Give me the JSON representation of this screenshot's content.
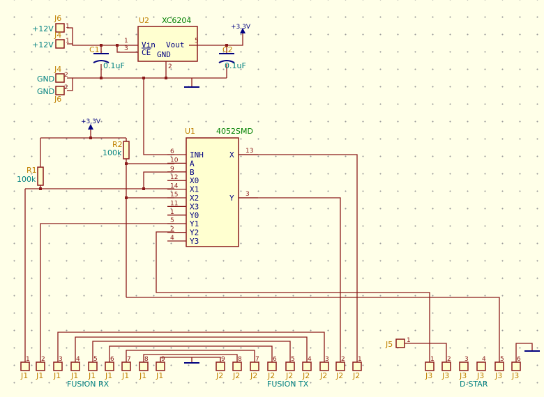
{
  "components": {
    "u2": {
      "ref": "U2",
      "value": "XC6204",
      "pin_names": [
        "Vin",
        "CE",
        "Vout",
        "GND"
      ],
      "pin_numbers": [
        "1",
        "3",
        "5",
        "2"
      ]
    },
    "u1": {
      "ref": "U1",
      "value": "4052SMD",
      "left_pins": [
        {
          "name": "INH",
          "num": "6"
        },
        {
          "name": "A",
          "num": "10"
        },
        {
          "name": "B",
          "num": "9"
        },
        {
          "name": "X0",
          "num": "12"
        },
        {
          "name": "X1",
          "num": "14"
        },
        {
          "name": "X2",
          "num": "15"
        },
        {
          "name": "X3",
          "num": "11"
        },
        {
          "name": "Y0",
          "num": "1"
        },
        {
          "name": "Y1",
          "num": "5"
        },
        {
          "name": "Y2",
          "num": "2"
        },
        {
          "name": "Y3",
          "num": "4"
        }
      ],
      "right_pins": [
        {
          "name": "X",
          "num": "13"
        },
        {
          "name": "Y",
          "num": "3"
        }
      ]
    },
    "c1": {
      "ref": "C1",
      "value": "0.1uF"
    },
    "c2": {
      "ref": "C2",
      "value": "0.1uF"
    },
    "r1": {
      "ref": "R1",
      "value": "100k"
    },
    "r2": {
      "ref": "R2",
      "value": "100k"
    }
  },
  "power": {
    "v33": "+3,3V"
  },
  "nets": {
    "p12": "+12V",
    "gnd": "GND"
  },
  "connectors": {
    "j6": "J6",
    "j4": "J4",
    "j5": "J5",
    "j5_pin": "1",
    "top_left_pins": [
      "1",
      "1",
      "2",
      "2"
    ],
    "j1": {
      "ref": "J1",
      "pins": [
        "1",
        "2",
        "3",
        "4",
        "5",
        "6",
        "7",
        "8",
        "9"
      ]
    },
    "j2": {
      "ref": "J2",
      "pins": [
        "1",
        "2",
        "3",
        "4",
        "5",
        "6",
        "7",
        "8",
        "9"
      ]
    },
    "j3": {
      "ref": "J3",
      "pins": [
        "1",
        "2",
        "3",
        "4",
        "5",
        "6"
      ]
    }
  },
  "groups": {
    "fusion_rx": "FUSION RX",
    "fusion_tx": "FUSION TX",
    "dstar": "D-STAR"
  }
}
